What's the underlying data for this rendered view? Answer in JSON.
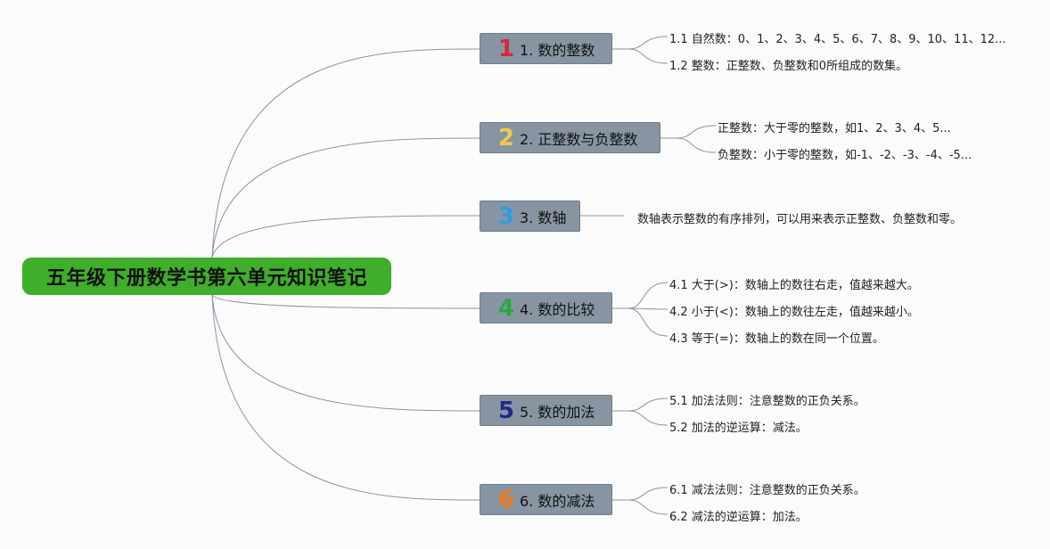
{
  "root": "五年级下册数学书第六单元知识笔记",
  "branches": [
    {
      "icon": "1",
      "color": "#d8283a",
      "label": "1. 数的整数",
      "leaves": [
        "1.1 自然数：0、1、2、3、4、5、6、7、8、9、10、11、12...",
        "1.2 整数：正整数、负整数和0所组成的数集。"
      ]
    },
    {
      "icon": "2",
      "color": "#f2c94c",
      "label": "2. 正整数与负整数",
      "leaves": [
        "正整数：大于零的整数，如1、2、3、4、5...",
        "负整数：小于零的整数，如-1、-2、-3、-4、-5..."
      ]
    },
    {
      "icon": "3",
      "color": "#2f9be0",
      "label": "3. 数轴",
      "leaves": [
        "数轴表示整数的有序排列，可以用来表示正整数、负整数和零。"
      ]
    },
    {
      "icon": "4",
      "color": "#28a745",
      "label": "4. 数的比较",
      "leaves": [
        "4.1 大于(>)：数轴上的数往右走，值越来越大。",
        "4.2 小于(<)：数轴上的数往左走，值越来越小。",
        "4.3 等于(=)：数轴上的数在同一个位置。"
      ]
    },
    {
      "icon": "5",
      "color": "#1f2a8a",
      "label": "5. 数的加法",
      "leaves": [
        "5.1 加法法则：注意整数的正负关系。",
        "5.2 加法的逆运算：减法。"
      ]
    },
    {
      "icon": "6",
      "color": "#f07a1a",
      "label": "6. 数的减法",
      "leaves": [
        "6.1 减法法则：注意整数的正负关系。",
        "6.2 减法的逆运算：加法。"
      ]
    }
  ]
}
